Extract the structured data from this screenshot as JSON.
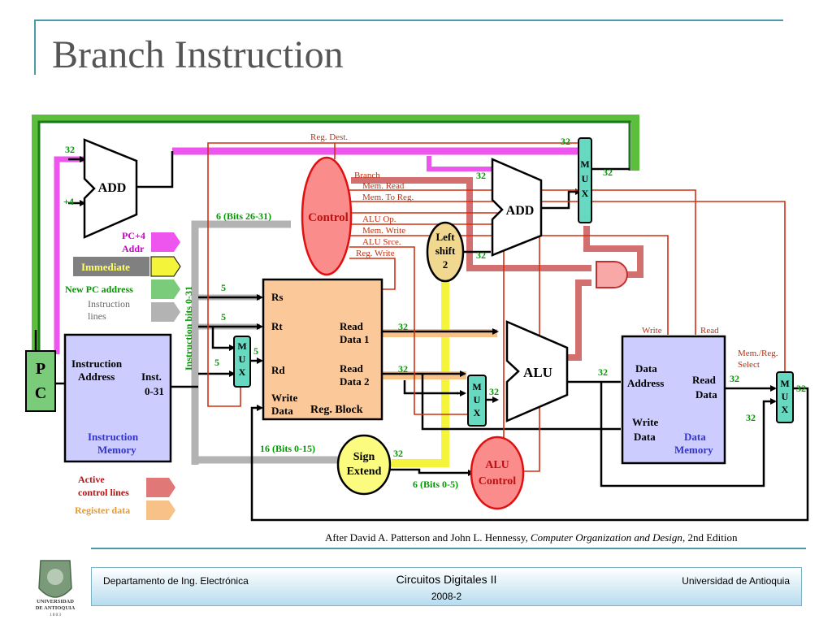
{
  "title": "Branch Instruction",
  "citation": {
    "prefix": "After David A. Patterson and John L. Hennessy, ",
    "book": "Computer Organization and Design",
    "suffix": ", 2nd Edition"
  },
  "footer": {
    "department": "Departamento de Ing. Electrónica",
    "course": "Circuitos Digitales II",
    "semester": "2008-2",
    "university": "Universidad de Antioquia"
  },
  "logo": {
    "line1": "UNIVERSIDAD",
    "line2": "DE ANTIOQUIA",
    "line3": "1 8 0 3"
  },
  "legend": {
    "pc4_addr": [
      "PC+4",
      "Addr"
    ],
    "immediate": "Immediate",
    "new_pc": "New PC address",
    "instruction_lines": [
      "Instruction",
      "lines"
    ],
    "active_control": [
      "Active",
      "control lines"
    ],
    "register_data": "Register data"
  },
  "blocks": {
    "pc": [
      "P",
      "C"
    ],
    "add_top": "ADD",
    "add_branch": "ADD",
    "instr_mem": [
      "Instruction",
      "Address",
      "Inst.",
      "0-31",
      "Instruction",
      "Memory"
    ],
    "control": "Control",
    "left_shift": [
      "Left",
      "shift",
      "2"
    ],
    "reg_block": [
      "Rs",
      "Rt",
      "Rd",
      "Write",
      "Data",
      "Read",
      "Data 1",
      "Read",
      "Data 2",
      "Reg. Block"
    ],
    "alu": "ALU",
    "sign_extend": [
      "Sign",
      "Extend"
    ],
    "alu_control": [
      "ALU",
      "Control"
    ],
    "data_mem": [
      "Data",
      "Address",
      "Write",
      "Data",
      "Read",
      "Data",
      "Data",
      "Memory"
    ],
    "mux_letters": [
      "M",
      "U",
      "X"
    ]
  },
  "signals": {
    "reg_dest": "Reg. Dest.",
    "branch": "Branch",
    "mem_read": "Mem. Read",
    "mem_to_reg": "Mem. To Reg.",
    "alu_op": "ALU Op.",
    "mem_write": "Mem. Write",
    "alu_src": "ALU Srce.",
    "reg_write": "Reg. Write",
    "write": "Write",
    "read": "Read",
    "mem_reg_select": [
      "Mem./Reg.",
      "Select"
    ]
  },
  "bus_labels": {
    "w32": "32",
    "plus4": "+4",
    "w5": "5",
    "bits_26_31": "6 (Bits 26-31)",
    "bits_0_15": "16 (Bits 0-15)",
    "bits_0_5": "6 (Bits 0-5)",
    "instruction_bits": "Instruction bits 0-31"
  },
  "colors": {
    "green_path": "#5cbf3b",
    "pink_path": "#ee55ee",
    "gray_path": "#b3b3b3",
    "yellow_path": "#f4f43a",
    "orange_path": "#f7c187",
    "red_path": "#c05050",
    "control_red": "#d03010",
    "mux_teal": "#66d9c0",
    "mem_lavender": "#ccccff",
    "reg_orange": "#fbc89a",
    "control_pink": "#fb8c8c",
    "shift_tan": "#f0d890",
    "sign_yellow": "#fbfb80",
    "and_pink": "#f9a8a8",
    "label_green": "#009900",
    "label_blue": "#3333cc"
  }
}
